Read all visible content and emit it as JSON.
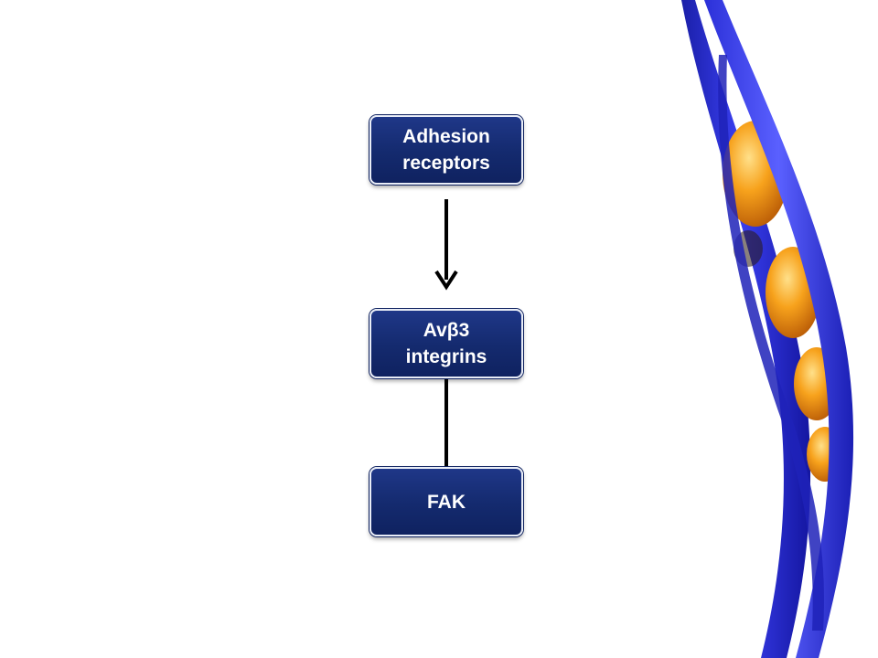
{
  "diagram": {
    "nodes": [
      {
        "id": "adhesion-receptors",
        "lines": [
          "Adhesion",
          "receptors"
        ]
      },
      {
        "id": "avb3-integrins",
        "lines": [
          "Avβ3",
          "integrins"
        ]
      },
      {
        "id": "fak",
        "lines": [
          "FAK"
        ]
      }
    ],
    "edges": [
      {
        "from": "adhesion-receptors",
        "to": "avb3-integrins",
        "style": "arrow"
      },
      {
        "from": "avb3-integrins",
        "to": "fak",
        "style": "line"
      }
    ]
  },
  "colors": {
    "node_fill": "#142a6e",
    "node_text": "#ffffff",
    "connector": "#000000",
    "decor_ribbon": "#2a2fd0",
    "decor_bead": "#f39a1a"
  }
}
